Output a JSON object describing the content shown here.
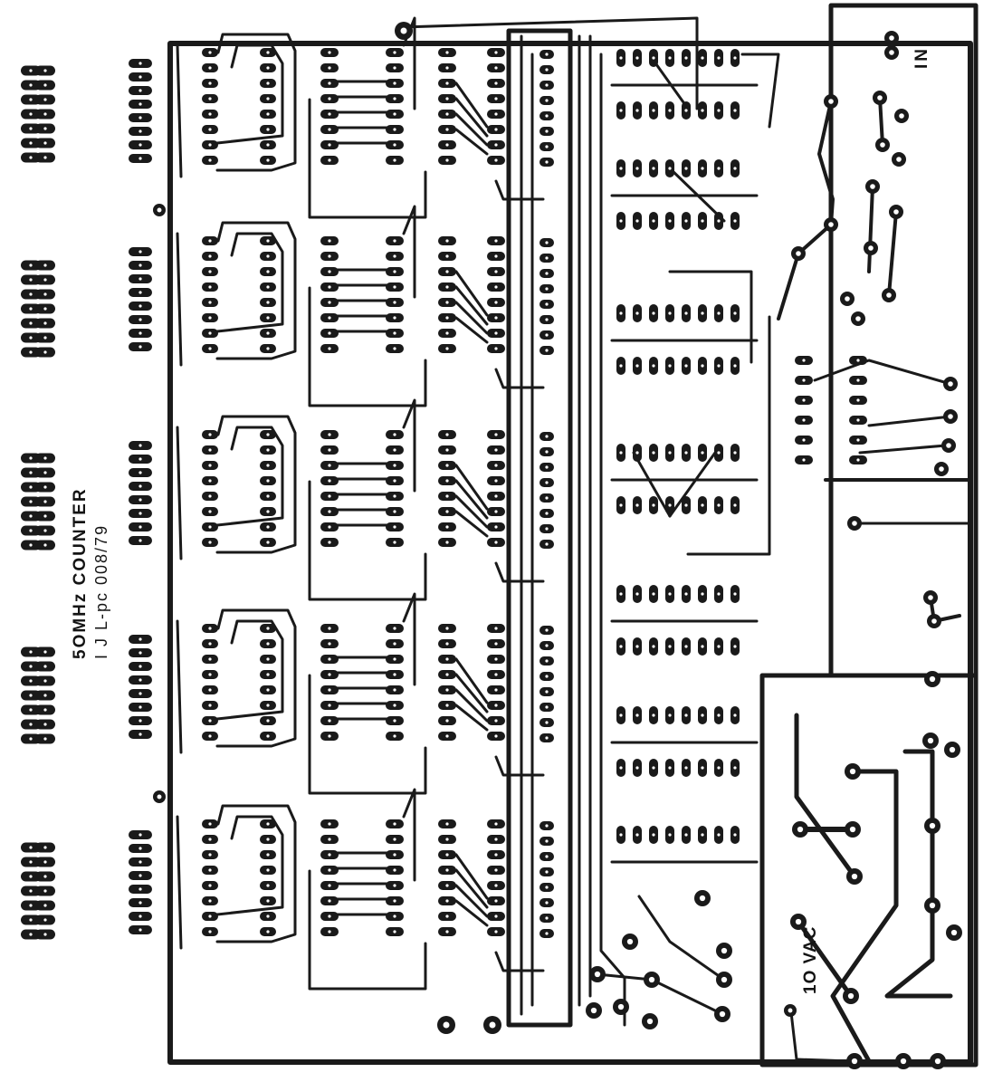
{
  "board": {
    "title": "5OMHz COUNTER",
    "code": "I J L-pc 008/79",
    "power_label": "1O VAC",
    "input_label": "IN"
  },
  "colors": {
    "trace": "#1a1a1a",
    "pad_hole": "#ffffff",
    "background": "#ffffff"
  },
  "parts": {
    "display_digits": 5,
    "counter_cells": 5,
    "ic_footprints": 13,
    "input_pads": 16
  }
}
